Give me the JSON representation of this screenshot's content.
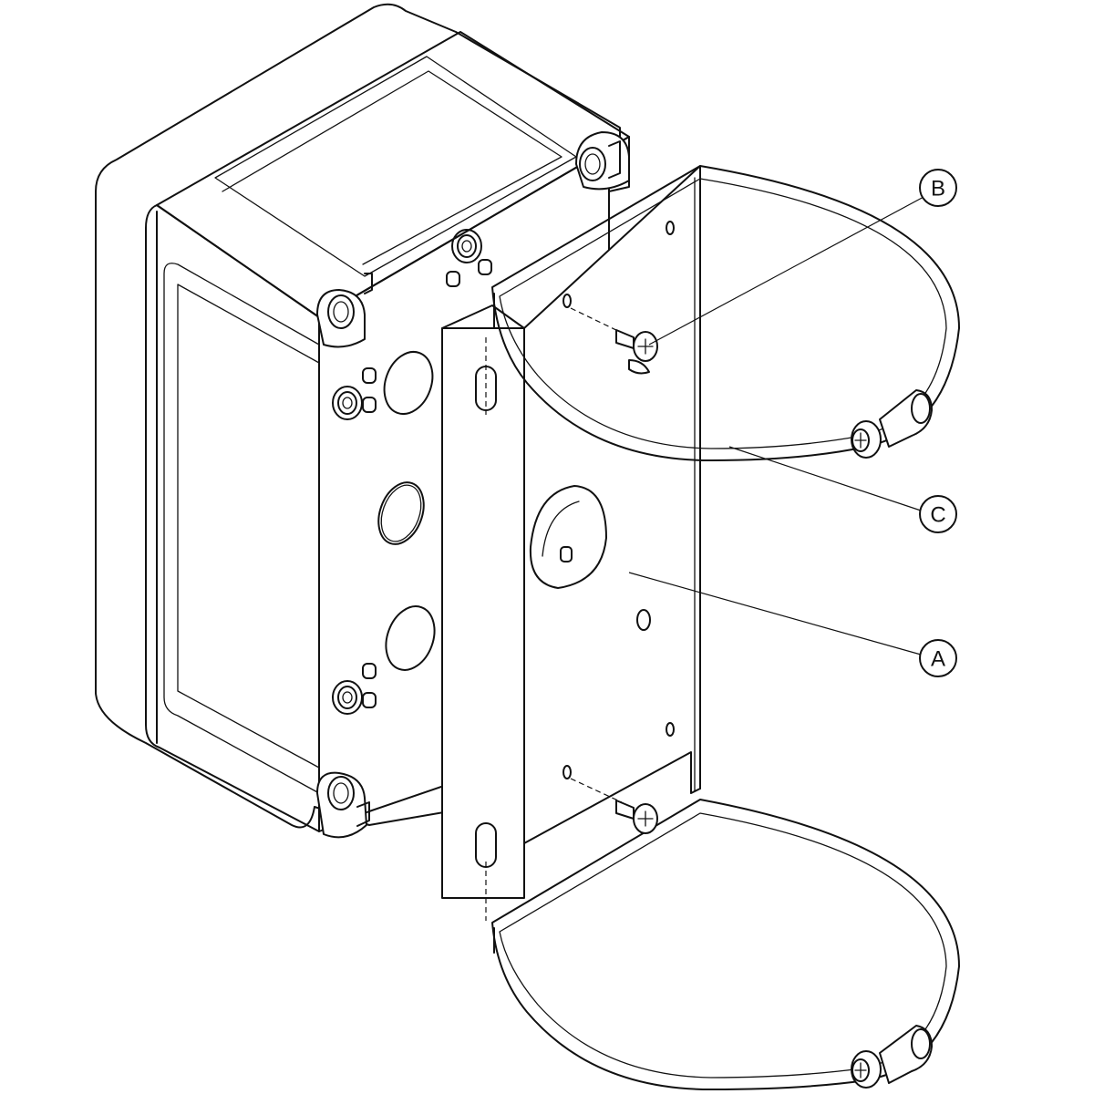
{
  "callouts": {
    "a": "A",
    "b": "B",
    "c": "C"
  },
  "colors": {
    "line": "#111111",
    "background": "#ffffff"
  }
}
